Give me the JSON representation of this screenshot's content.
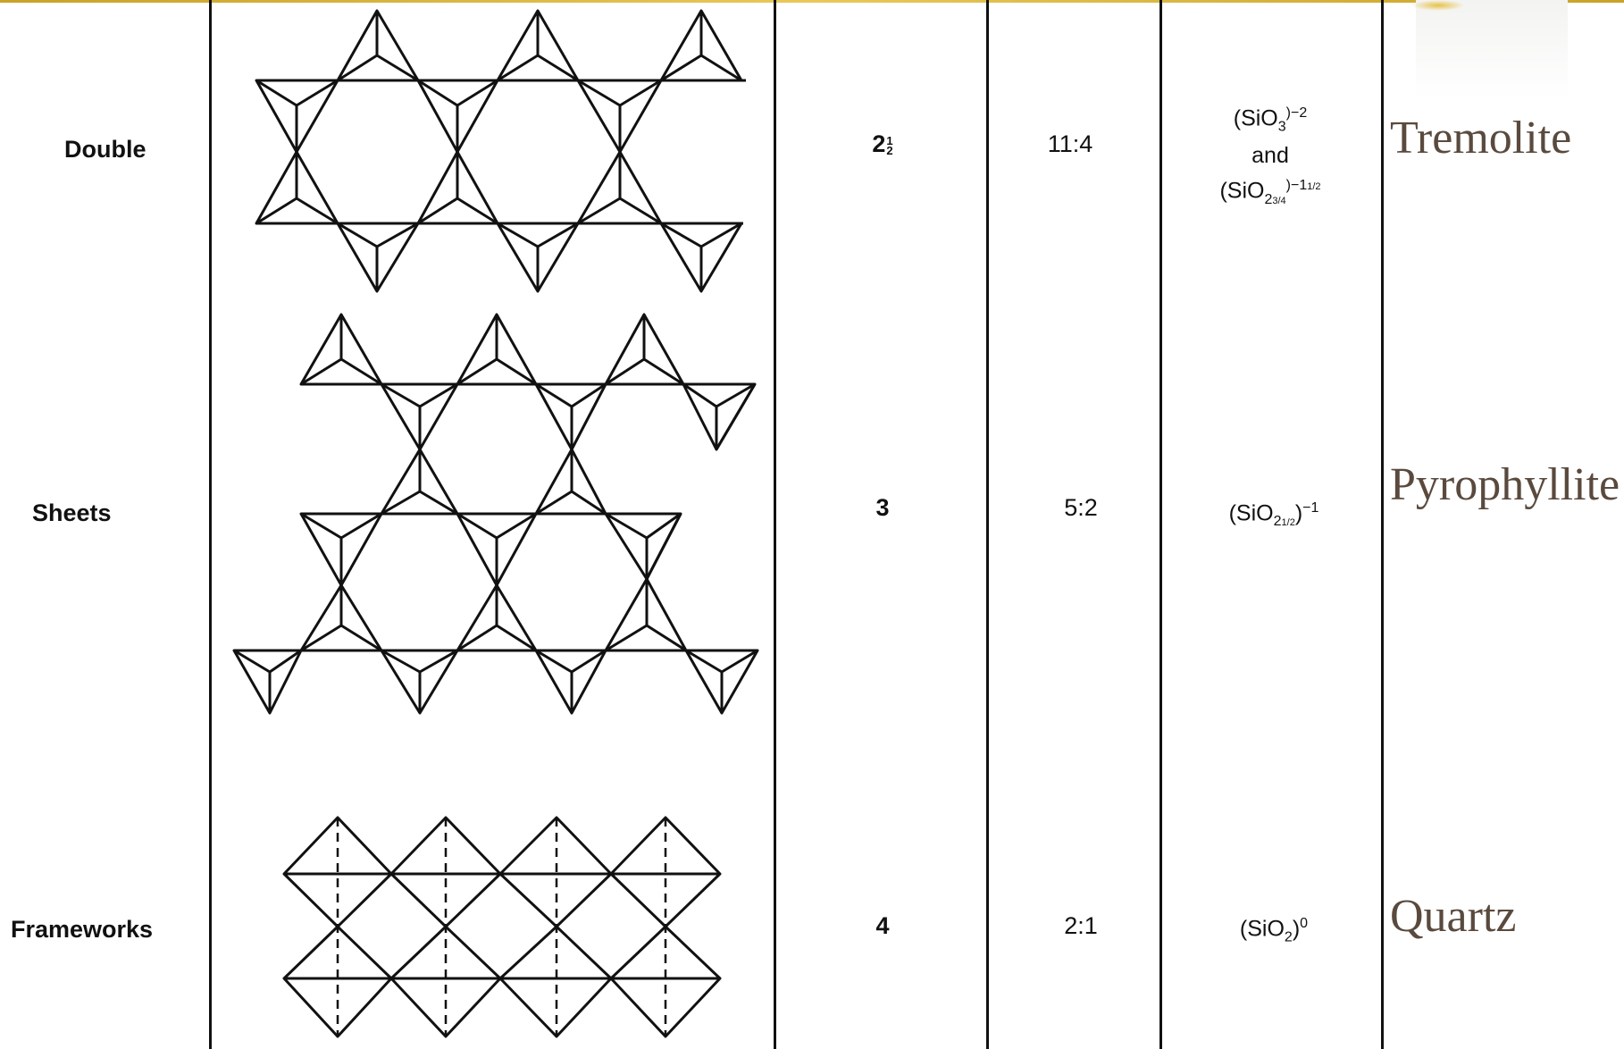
{
  "rows": [
    {
      "structure": "Double",
      "ratio_number": "2",
      "ratio_frac_num": "1",
      "ratio_frac_den": "2",
      "si_o_ratio": "11:4",
      "formula_line1": "(SiO",
      "formula_sub1": "3",
      "formula_sup1": ")−2",
      "formula_and": "and",
      "formula_line3": "(SiO",
      "formula_sub3": "2",
      "formula_sub3_frac": "3/4",
      "formula_sup3": ")−1",
      "formula_sup3_frac": "1/2",
      "mineral": "Tremolite"
    },
    {
      "structure": "Sheets",
      "ratio": "3",
      "si_o_ratio": "5:2",
      "formula_pre": "(SiO",
      "formula_sub": "2",
      "formula_sub_frac": "1/2",
      "formula_post": ")",
      "formula_sup": "−1",
      "mineral": "Pyrophyllite"
    },
    {
      "structure": "Frameworks",
      "ratio": "4",
      "si_o_ratio": "2:1",
      "formula_pre": "(SiO",
      "formula_sub": "2",
      "formula_post": ")",
      "formula_sup": "0",
      "mineral": "Quartz"
    }
  ],
  "colors": {
    "lines": "#111111",
    "mineral_text": "#5a4a3e",
    "accent": "#c9a227"
  }
}
